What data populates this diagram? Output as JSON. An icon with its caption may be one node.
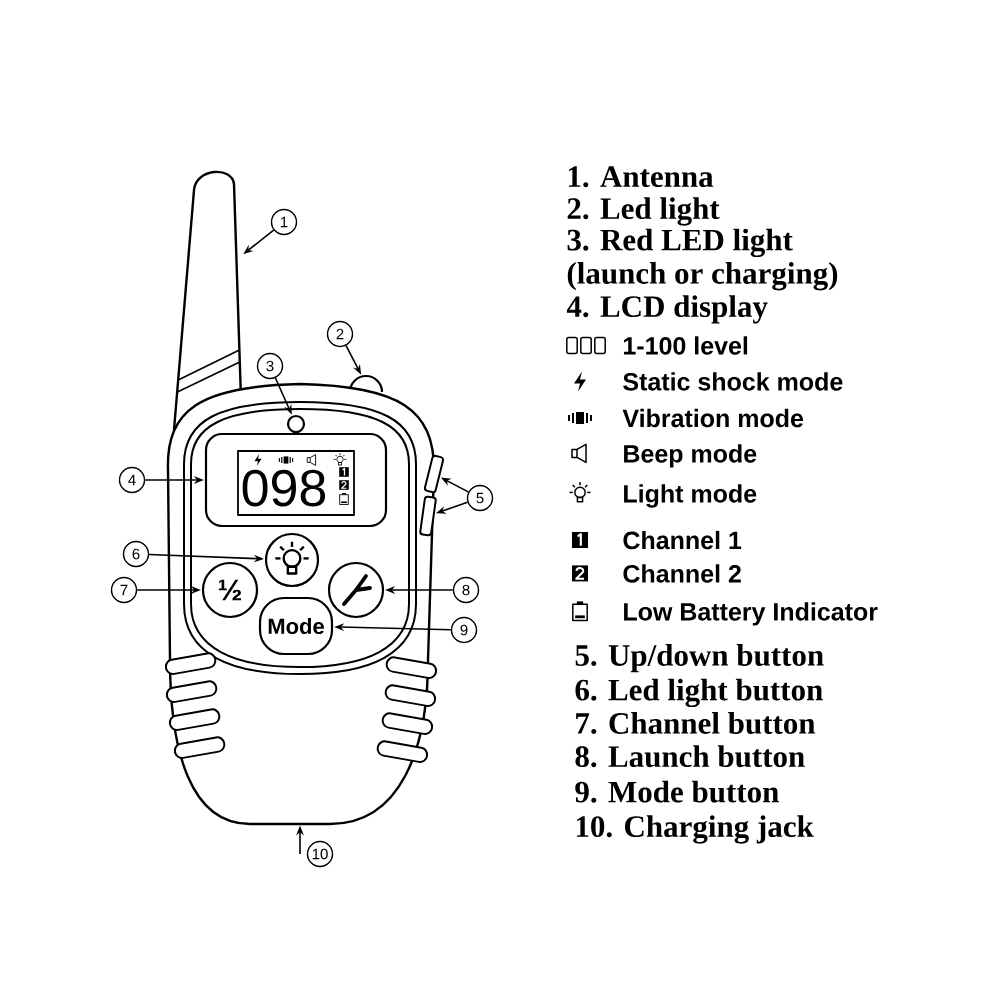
{
  "diagram": {
    "nodes": [
      {
        "text": [
          "1"
        ]
      },
      {
        "text": [],
        "shape": "picture"
      },
      {
        "text": [
          "2"
        ]
      },
      {
        "text": [],
        "shape": "circle"
      },
      {
        "text": [],
        "shape": "picture"
      },
      {
        "text": [
          "3"
        ]
      },
      {
        "text": [],
        "shape": "circle",
        "in": 4
      },
      {
        "text": [
          "4"
        ]
      },
      {
        "text": [
          "098"
        ],
        "in": 4
      },
      {
        "text": [
          "5"
        ]
      },
      {
        "text": [],
        "shape": "bar",
        "in": 4
      },
      {
        "text": [],
        "shape": "bar",
        "in": 4
      },
      {
        "text": [
          "6"
        ]
      },
      {
        "text": [],
        "shape": "circle",
        "in": 4
      },
      {
        "text": [
          "7"
        ]
      },
      {
        "text": [
          "½"
        ],
        "in": 4
      },
      {
        "text": [],
        "shape": "circle",
        "in": 4
      },
      {
        "text": [
          "8"
        ]
      },
      {
        "text": [
          "Mode"
        ],
        "in": 4
      },
      {
        "text": [
          "9"
        ]
      },
      {
        "text": [
          "10"
        ]
      }
    ],
    "edges": [
      {
        "from": 0,
        "to": 1,
        "arrow": "to"
      },
      {
        "from": 2,
        "to": 3,
        "arrow": "to"
      },
      {
        "from": 5,
        "to": 6,
        "arrow": "to"
      },
      {
        "from": 7,
        "to": 8,
        "arrow": "to"
      },
      {
        "from": 9,
        "to": 10,
        "arrow": "to"
      },
      {
        "from": 9,
        "to": 11,
        "arrow": "to"
      },
      {
        "from": 12,
        "to": 13,
        "arrow": "to"
      },
      {
        "from": 14,
        "to": 15,
        "arrow": "to"
      },
      {
        "from": 17,
        "to": 16,
        "arrow": "to"
      },
      {
        "from": 19,
        "to": 18,
        "arrow": "to"
      },
      {
        "from": 20,
        "to": 4,
        "arrow": "to"
      }
    ],
    "labels": [
      "1. Antenna",
      "2. Led light",
      "3. Red LED light (launch or charging)",
      "4. LCD display",
      "5. Up/down button",
      "6. Led light button",
      "7. Channel button",
      "8. Launch button",
      "9. Mode button",
      "10. Charging jack"
    ],
    "legend": [
      {
        "text": "1-100 level"
      },
      {
        "text": "Static shock mode"
      },
      {
        "text": "Vibration mode"
      },
      {
        "text": "Beep mode"
      },
      {
        "text": "Light mode"
      },
      {
        "text": "Channel 1"
      },
      {
        "text": "Channel 2"
      },
      {
        "text": "Low Battery Indicator"
      }
    ]
  }
}
